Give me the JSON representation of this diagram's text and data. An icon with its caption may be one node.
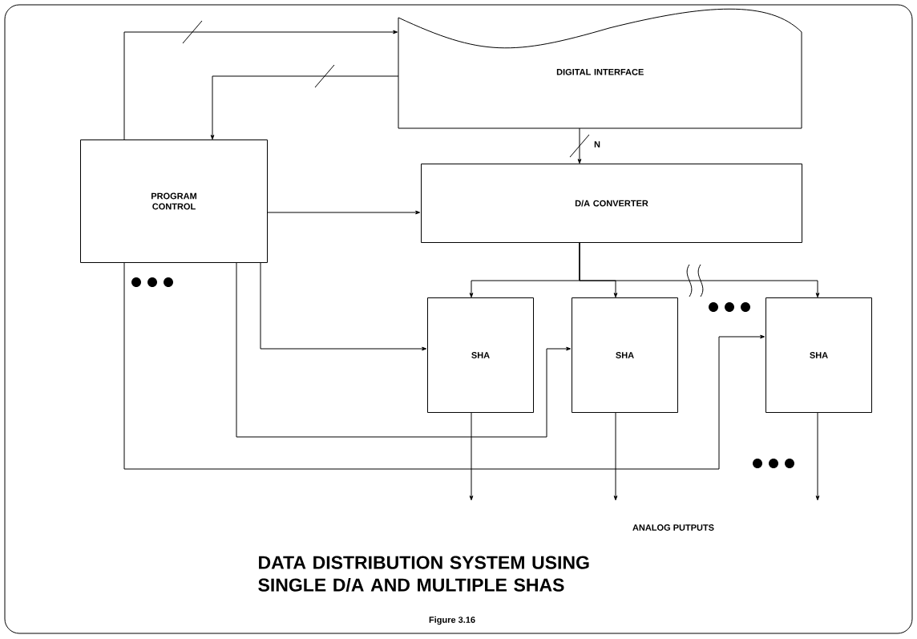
{
  "diagram": {
    "title": "DATA DISTRIBUTION SYSTEM USING SINGLE D/A AND MULTIPLE SHAS",
    "caption": "Figure 3.16",
    "nodes": [
      {
        "text": [
          "DIGITAL INTERFACE"
        ]
      },
      {
        "text": [
          "PROGRAM CONTROL"
        ]
      },
      {
        "text": [
          "D/A CONVERTER"
        ]
      },
      {
        "text": [
          "SHA"
        ]
      },
      {
        "text": [
          "SHA"
        ]
      },
      {
        "text": [
          "SHA"
        ]
      }
    ],
    "edges": [
      {
        "from": 1,
        "to": 0,
        "arrow": "to"
      },
      {
        "from": 0,
        "to": 1,
        "arrow": "to"
      },
      {
        "from": 0,
        "to": 2,
        "arrow": "to",
        "label": "N"
      },
      {
        "from": 1,
        "to": 2,
        "arrow": "to"
      },
      {
        "from": 2,
        "to": 3,
        "arrow": "to"
      },
      {
        "from": 2,
        "to": 4,
        "arrow": "to"
      },
      {
        "from": 2,
        "to": 5,
        "arrow": "to"
      },
      {
        "from": 1,
        "to": 3,
        "arrow": "to"
      },
      {
        "from": 1,
        "to": 4,
        "arrow": "to"
      },
      {
        "from": 1,
        "to": 5,
        "arrow": "to"
      },
      {
        "from": 3,
        "to": null,
        "arrow": "to"
      },
      {
        "from": 4,
        "to": null,
        "arrow": "to"
      },
      {
        "from": 5,
        "to": null,
        "arrow": "to"
      }
    ],
    "labels": [
      "ANALOG PUTPUTS"
    ]
  }
}
